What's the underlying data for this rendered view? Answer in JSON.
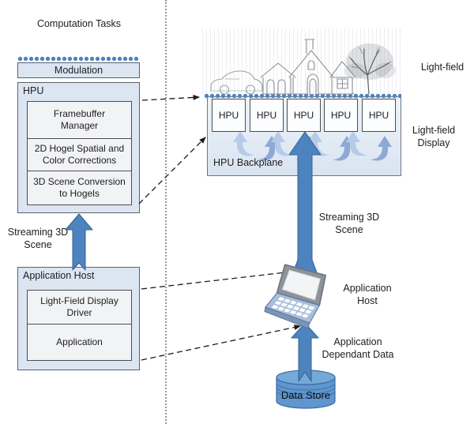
{
  "left_column": {
    "title": "Computation Tasks",
    "modulation_label": "Modulation",
    "hpu_group_label": "HPU",
    "hpu_tasks": [
      "Framebuffer Manager",
      "2D Hogel Spatial and Color Corrections",
      "3D Scene Conversion to Hogels"
    ],
    "streaming_scene_label": "Streaming 3D Scene",
    "app_host_label": "Application Host",
    "app_host_tasks": [
      "Light-Field Display Driver",
      "Application"
    ]
  },
  "right_column": {
    "hpu_units": [
      "HPU",
      "HPU",
      "HPU",
      "HPU",
      "HPU"
    ],
    "backplane_label": "HPU Backplane",
    "light_field_label": "Light-field",
    "light_field_display_label": "Light-field Display",
    "streaming_scene_label": "Streaming 3D Scene",
    "app_host_label": "Application Host",
    "app_dependant_data_label": "Application Dependant Data",
    "data_store_label": "Data Store"
  },
  "icons": {
    "scene_sketch": "house-car-tree-sketch",
    "laptop": "laptop-icon",
    "data_store": "database-cylinder-icon",
    "hogel_exchange": "curved-exchange-arrows-icon"
  },
  "colors": {
    "box_fill": "#dce6f2",
    "inner_box_fill": "#f2f3f5",
    "arrow_blue": "#4d84bf",
    "arrow_outline": "#33628f",
    "swoosh_light": "#b6cbe8",
    "swoosh_dark": "#8fa9d6",
    "dot_blue": "#4d84bf",
    "cylinder_fill": "#5e96cd",
    "border_gray": "#5a6069"
  }
}
